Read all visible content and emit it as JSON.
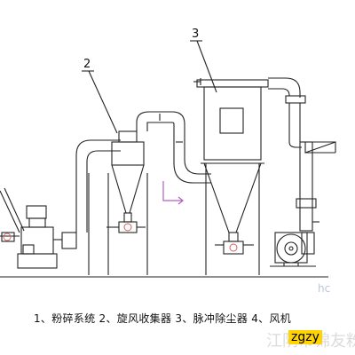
{
  "labels": {
    "n2": "2",
    "n3": "3"
  },
  "caption": "1、粉碎系统 2、旋风收集器 3、脉冲除尘器 4、风机",
  "watermark": {
    "cn": "江阴市锦友粉",
    "url": "zgzy",
    "hc": "hc"
  },
  "colors": {
    "line": "#222222",
    "arrow": "#b060c0",
    "motor": "#d86060"
  }
}
